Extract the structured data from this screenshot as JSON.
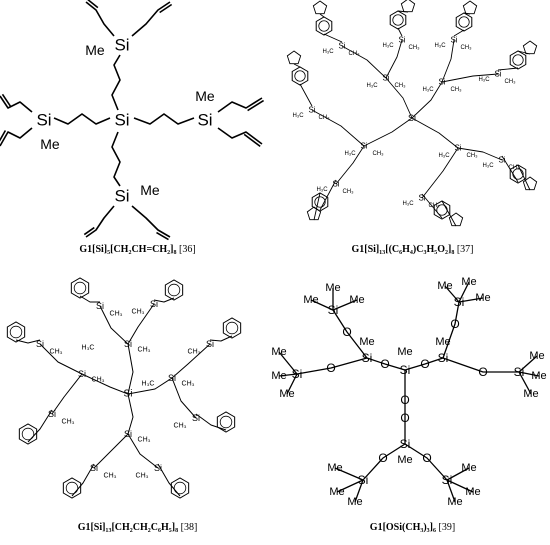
{
  "panels": [
    {
      "caption": "G1[Si]₅[CH₂CH=CH₂]₈",
      "ref": "[36]",
      "atoms": {
        "si": "Si",
        "me": "Me"
      }
    },
    {
      "caption": "G1[Si]₁₃[(C₆H₄)C₃H₅O₂]₈",
      "ref": "[37]",
      "atoms": {
        "si": "Si",
        "h3c": "H₃C",
        "ch3": "CH₃"
      }
    },
    {
      "caption": "G1[Si]₁₃[CH₂CH₂C₆H₅]₈",
      "ref": "[38]",
      "atoms": {
        "si": "Si",
        "h3c": "H₃C",
        "ch3": "CH₃"
      }
    },
    {
      "caption": "G1[OSi(CH₃)₃]₆",
      "ref": "[39]",
      "atoms": {
        "si": "Si",
        "me": "Me",
        "o": "O"
      }
    }
  ]
}
